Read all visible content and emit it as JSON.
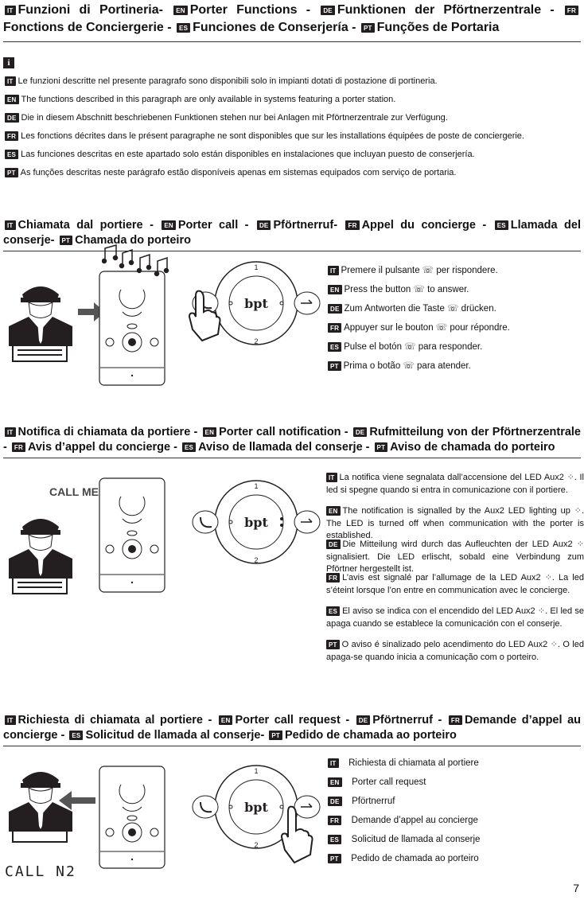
{
  "title": {
    "parts": [
      {
        "tag": "IT",
        "text": "Funzioni di Portineria- "
      },
      {
        "tag": "EN",
        "text": "Porter Functions - "
      },
      {
        "tag": "DE",
        "text": "Funktionen der Pförtnerzentrale - "
      },
      {
        "tag": "FR",
        "text": "Fonctions de Conciergerie - "
      },
      {
        "tag": "ES",
        "text": "Funciones de Conserjería - "
      },
      {
        "tag": "PT",
        "text": "Funções de Portaria"
      }
    ]
  },
  "info": {
    "icon_label": "i",
    "lines": [
      {
        "tag": "IT",
        "text": "Le funzioni descritte nel presente paragrafo sono disponibili solo in impianti dotati di postazione di portineria."
      },
      {
        "tag": "EN",
        "text": "The functions described in this paragraph are only available in systems featuring a porter station."
      },
      {
        "tag": "DE",
        "text": "Die in diesem Abschnitt beschriebenen Funktionen stehen nur bei Anlagen mit Pförtnerzentrale zur Verfügung."
      },
      {
        "tag": "FR",
        "text": "Les fonctions décrites dans le présent paragraphe ne sont disponibles que sur les installations équipées de poste de conciergerie."
      },
      {
        "tag": "ES",
        "text": "Las funciones descritas en este apartado solo están disponibles en instalaciones que incluyan puesto de conserjería."
      },
      {
        "tag": "PT",
        "text": "As funções descritas neste parágrafo estão disponíveis apenas em sistemas equipados com serviço de portaria."
      }
    ]
  },
  "section1": {
    "heading": [
      {
        "tag": "IT",
        "text": "Chiamata dal portiere - "
      },
      {
        "tag": "EN",
        "text": "Porter call - "
      },
      {
        "tag": "DE",
        "text": "Pförtnerruf- "
      },
      {
        "tag": "FR",
        "text": "Appel du concierge - "
      },
      {
        "tag": "ES",
        "text": "Llamada del conserje- "
      },
      {
        "tag": "PT",
        "text": "Chamada do porteiro"
      }
    ],
    "lines": [
      {
        "tag": "IT",
        "before": "Premere il pulsante",
        "after": "per rispondere."
      },
      {
        "tag": "EN",
        "before": "Press the button",
        "after": "to answer."
      },
      {
        "tag": "DE",
        "before": "Zum Antworten die Taste",
        "after": "drücken."
      },
      {
        "tag": "FR",
        "before": "Appuyer sur le bouton",
        "after": "pour répondre."
      },
      {
        "tag": "ES",
        "before": "Pulse el botón",
        "after": "para responder."
      },
      {
        "tag": "PT",
        "before": "Prima o botão",
        "after": "para atender."
      }
    ]
  },
  "section2": {
    "heading": [
      {
        "tag": "IT",
        "text": "Notifica di chiamata da portiere - "
      },
      {
        "tag": "EN",
        "text": "Porter call notification - "
      },
      {
        "tag": "DE",
        "text": "Rufmitteilung von der Pförtnerzentrale - "
      },
      {
        "tag": "FR",
        "text": "Avis d’appel du concierge - "
      },
      {
        "tag": "ES",
        "text": "Aviso de llamada del conserje - "
      },
      {
        "tag": "PT",
        "text": "Aviso de chamada do porteiro"
      }
    ],
    "call_me_label": "CALL ME",
    "paragraphs": [
      {
        "tag": "IT",
        "text": "La notifica viene segnalata dall’accensione del LED Aux2 ⁘. Il led si spegne quando si entra in comunicazione con il portiere."
      },
      {
        "tag": "EN",
        "text": "The notification is signalled by the Aux2 LED lighting up ⁘. The LED is turned off when communication with the porter is established."
      },
      {
        "tag": "DE",
        "text": "Die Mitteilung wird durch das Aufleuchten der LED Aux2 ⁘ signalisiert. Die LED erlischt, sobald eine Verbindung zum Pförtner hergestellt ist."
      },
      {
        "tag": "FR",
        "text": "L’avis est signalé par l’allumage de la LED Aux2 ⁘. La led s’éteint lorsque l’on entre en communication avec le concierge."
      },
      {
        "tag": "ES",
        "text": "El aviso se indica con el encendido del LED Aux2 ⁘. El led se apaga cuando se establece la comunicación con el conserje."
      },
      {
        "tag": "PT",
        "text": "O aviso é sinalizado pelo acendimento do LED Aux2 ⁘. O led apaga-se quando inicia a comunicação com o porteiro."
      }
    ]
  },
  "section3": {
    "heading": [
      {
        "tag": "IT",
        "text": "Richiesta di chiamata al portiere - "
      },
      {
        "tag": "EN",
        "text": "Porter call request - "
      },
      {
        "tag": "DE",
        "text": "Pförtnerruf - "
      },
      {
        "tag": "FR",
        "text": "Demande d’appel au concierge - "
      },
      {
        "tag": "ES",
        "text": "Solicitud de llamada al conserje- "
      },
      {
        "tag": "PT",
        "text": "Pedido de chamada ao porteiro"
      }
    ],
    "call_label": "CALL N2",
    "lines": [
      {
        "tag": "IT",
        "text": "Richiesta di chiamata al portiere"
      },
      {
        "tag": "EN",
        "text": "Porter call request"
      },
      {
        "tag": "DE",
        "text": "Pförtnerruf"
      },
      {
        "tag": "FR",
        "text": "Demande d’appel au concierge"
      },
      {
        "tag": "ES",
        "text": "Solicitud de llamada al conserje"
      },
      {
        "tag": "PT",
        "text": "Pedido de chamada ao porteiro"
      }
    ]
  },
  "device": {
    "logo": "bpt",
    "dial_top": "1",
    "dial_bottom": "2"
  },
  "page_number": "7"
}
